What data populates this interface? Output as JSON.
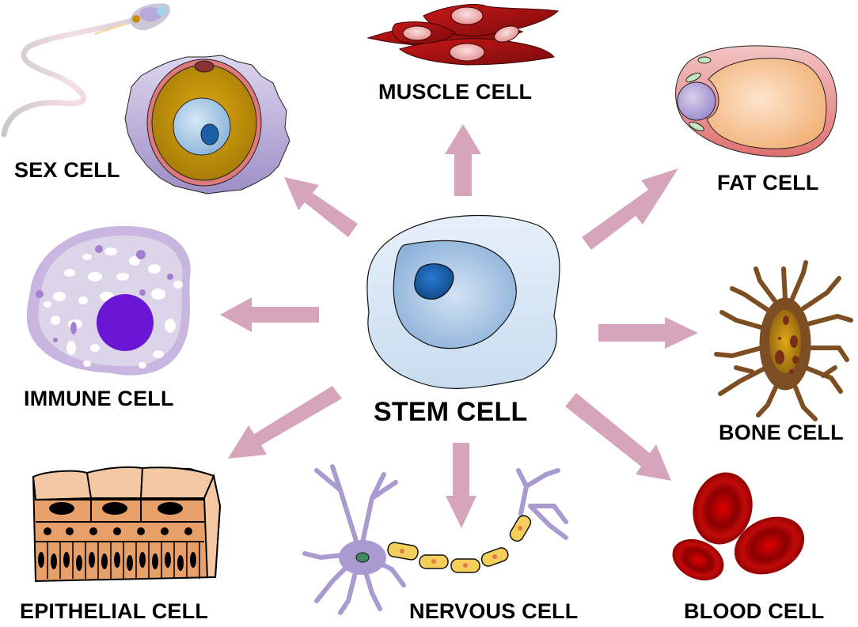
{
  "diagram": {
    "title": "Stem cell differentiation",
    "center": {
      "label": "STEM CELL"
    },
    "cell_types": [
      {
        "id": "sex",
        "label": "SEX CELL"
      },
      {
        "id": "muscle",
        "label": "MUSCLE CELL"
      },
      {
        "id": "fat",
        "label": "FAT CELL"
      },
      {
        "id": "immune",
        "label": "IMMUNE CELL"
      },
      {
        "id": "bone",
        "label": "BONE CELL"
      },
      {
        "id": "epithelial",
        "label": "EPITHELIAL CELL"
      },
      {
        "id": "nervous",
        "label": "NERVOUS CELL"
      },
      {
        "id": "blood",
        "label": "BLOOD CELL"
      }
    ],
    "arrows": [
      {
        "from": "stem",
        "to": "sex"
      },
      {
        "from": "stem",
        "to": "muscle"
      },
      {
        "from": "stem",
        "to": "fat"
      },
      {
        "from": "stem",
        "to": "immune"
      },
      {
        "from": "stem",
        "to": "bone"
      },
      {
        "from": "stem",
        "to": "epithelial"
      },
      {
        "from": "stem",
        "to": "nervous"
      },
      {
        "from": "stem",
        "to": "blood"
      }
    ],
    "colors": {
      "arrow": "#d6a4bb",
      "stem_cytoplasm": "#dbe9f6",
      "stem_nucleus": "#8fb5dc",
      "stem_nucleolus": "#1a5fa8",
      "muscle": "#b01414",
      "fat": "#f3c08a",
      "immune": "#d8cfe6",
      "immune_nucleus": "#6a1bd6",
      "bone": "#7a4a1e",
      "epithelial": "#e7a06a",
      "nervous": "#a99ad0",
      "myelin": "#f5cf5c",
      "blood": "#b00d0d"
    }
  }
}
